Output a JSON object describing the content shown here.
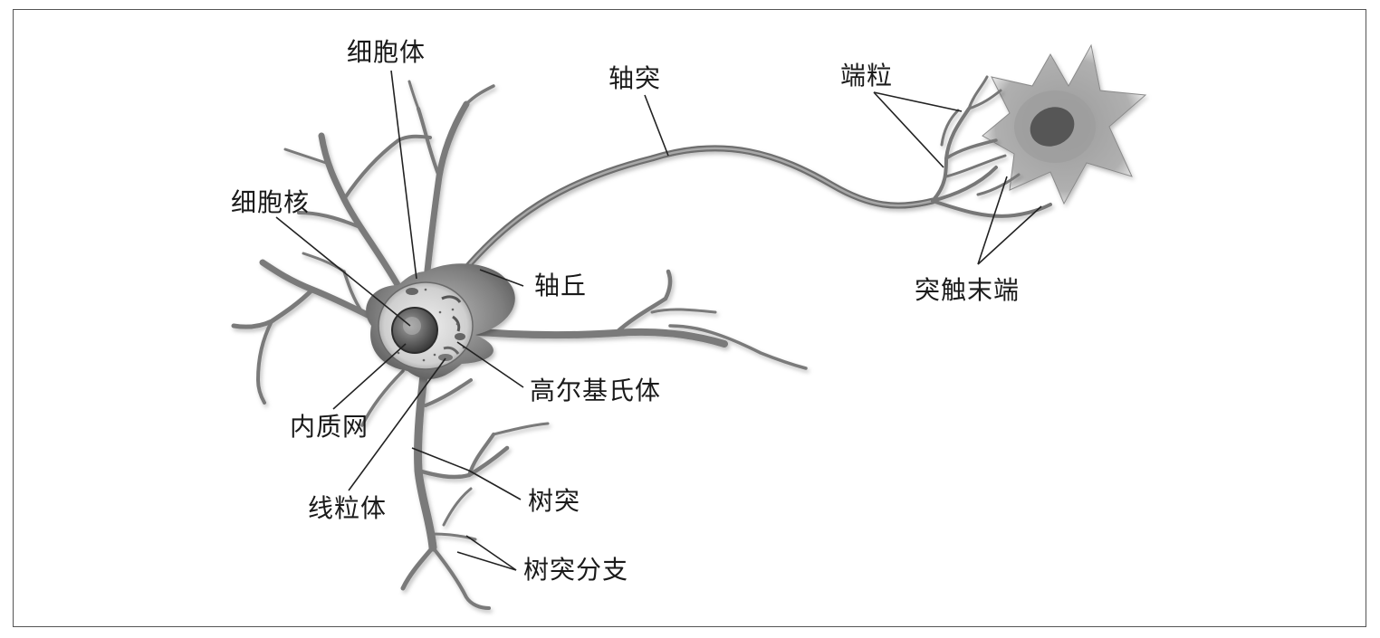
{
  "labels": {
    "soma": "细胞体",
    "nucleus": "细胞核",
    "axon": "轴突",
    "axon_hillock": "轴丘",
    "golgi": "高尔基氏体",
    "er": "内质网",
    "mitochondria": "线粒体",
    "dendrite": "树突",
    "dendrite_branch": "树突分支",
    "terminal_bouton": "端粒",
    "synaptic_terminal": "突触末端"
  },
  "colors": {
    "neuron_fill": "#8c8c8c",
    "neuron_dark": "#5e5e5e",
    "neuron_light": "#b4b4b4",
    "target_cell": "#a6a6a6",
    "leader_line": "#222222"
  }
}
